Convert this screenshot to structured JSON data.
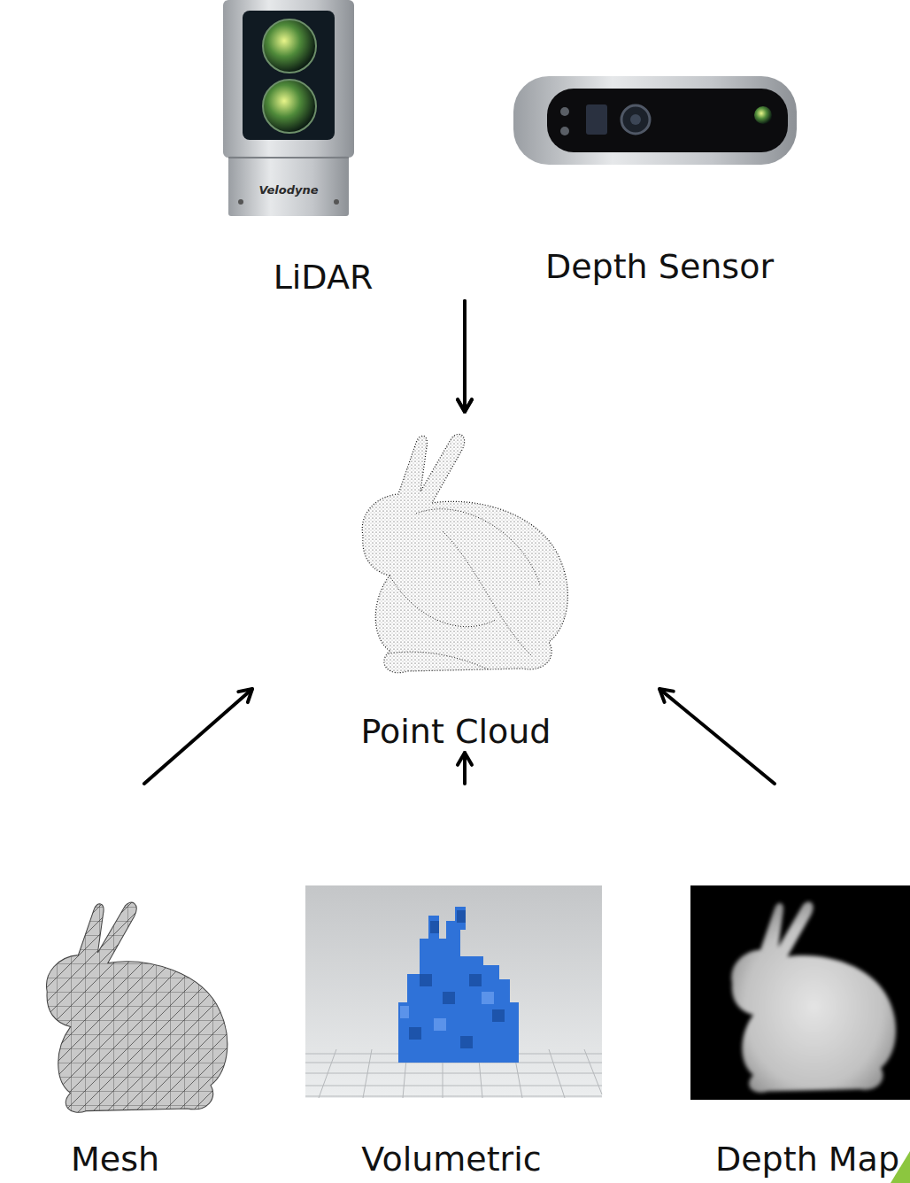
{
  "diagram": {
    "nodes": [
      {
        "text": [
          "LiDAR"
        ]
      },
      {
        "text": [
          "Depth Sensor"
        ]
      },
      {
        "text": [
          "Point Cloud"
        ]
      },
      {
        "text": [
          "Mesh"
        ]
      },
      {
        "text": [
          "Volumetric"
        ]
      },
      {
        "text": [
          "Depth Map"
        ]
      }
    ],
    "edges": [
      {
        "from": 0,
        "to": 2,
        "arrow": "to"
      },
      {
        "from": 1,
        "to": 2,
        "arrow": "to"
      },
      {
        "from": 3,
        "to": 2,
        "arrow": "to"
      },
      {
        "from": 4,
        "to": 2,
        "arrow": "to"
      },
      {
        "from": 5,
        "to": 2,
        "arrow": "to"
      }
    ],
    "labels": [
      "Velodyne"
    ]
  }
}
